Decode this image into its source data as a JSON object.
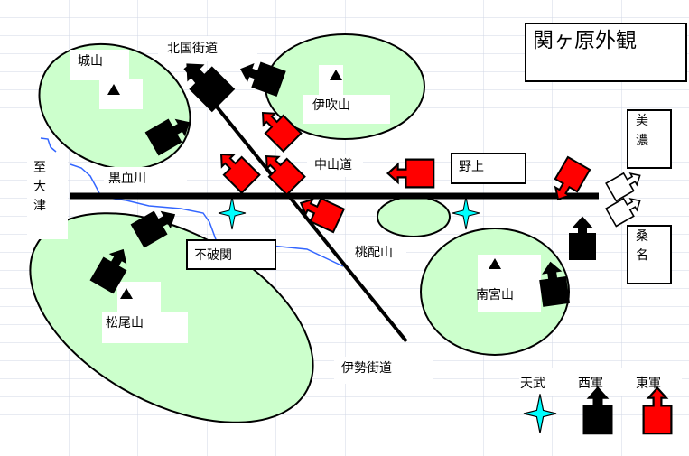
{
  "title": "関ヶ原外観",
  "places": {
    "shiroyama": "城山",
    "ibukiyama": "伊吹山",
    "matsuoyama": "松尾山",
    "nangusan": "南宮山",
    "momokubariyama": "桃配山",
    "fuwanoseki": "不破関",
    "noue": "野上",
    "kurochigawa": "黒血川",
    "mino_1": "美",
    "mino_2": "濃",
    "kuwana_1": "桑",
    "kuwana_2": "名",
    "otsu_1": "至",
    "otsu_2": "大",
    "otsu_3": "津"
  },
  "roads": {
    "hokkoku": "北国街道",
    "nakasendo": "中山道",
    "ise": "伊勢街道"
  },
  "legend": {
    "tenmu": "天武",
    "western": "西軍",
    "eastern": "東軍"
  },
  "colors": {
    "mountain": "#ccffcc",
    "eastern": "#ff0000",
    "western": "#000000",
    "tenmu": "#00ffff",
    "river": "#3366ff",
    "grid": "#d0d7e5"
  }
}
